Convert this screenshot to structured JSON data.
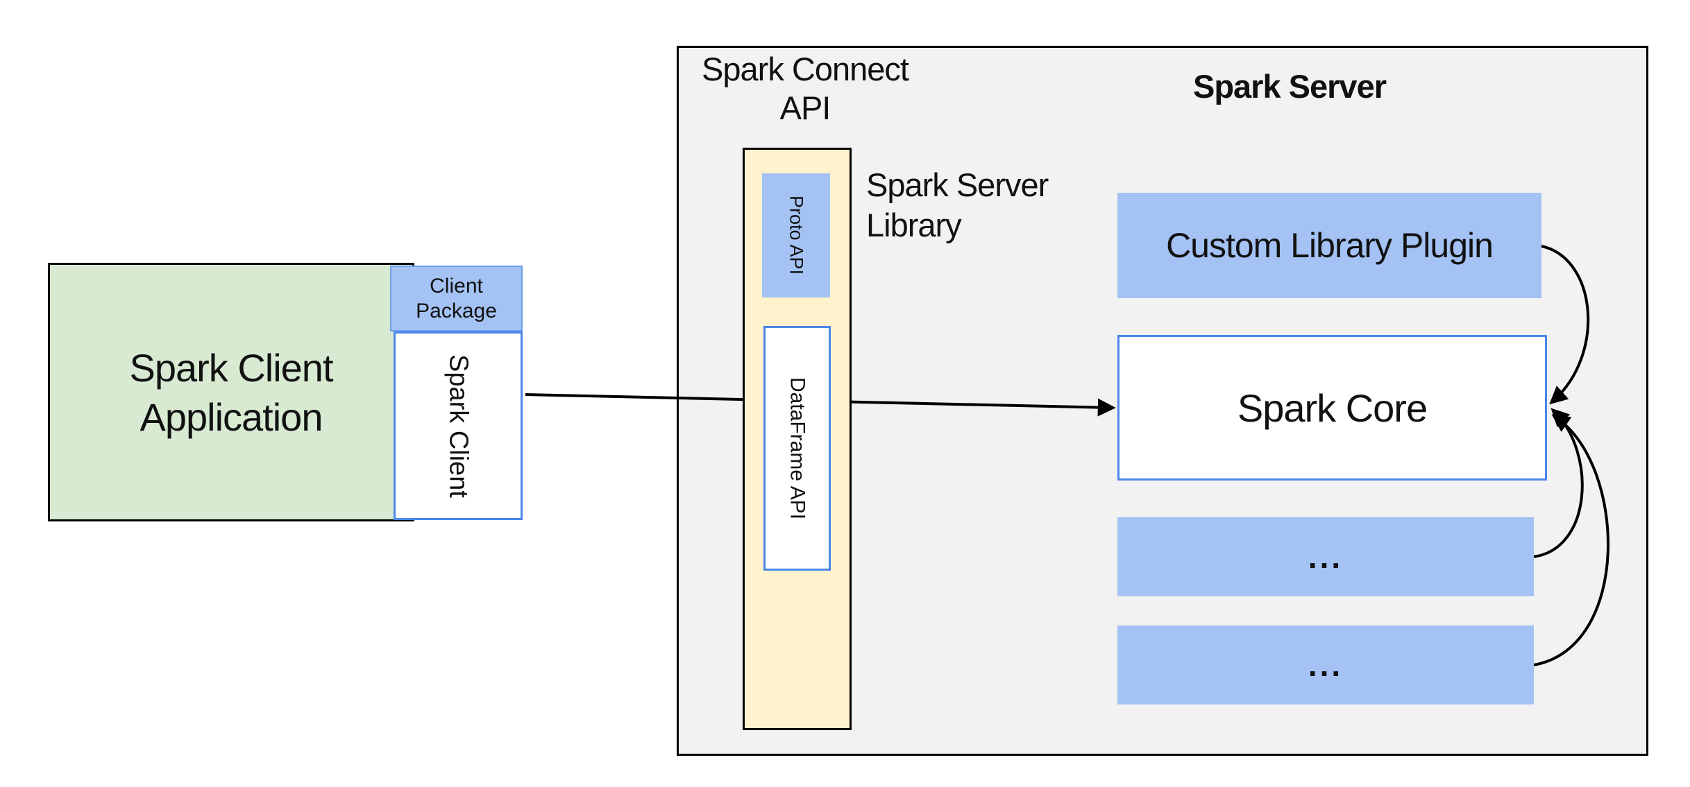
{
  "colors": {
    "green_fill": "#d9ead3",
    "blue_fill": "#a4c2f4",
    "yellow_fill": "#fff2cc",
    "gray_fill": "#f2f2f2",
    "blue_border": "#4a86e8",
    "arrow_black": "#000000"
  },
  "client_app": {
    "line1": "Spark Client",
    "line2": "Application"
  },
  "client_package": {
    "line1": "Client",
    "line2": "Package"
  },
  "spark_client_label": "Spark Client",
  "connect_api": {
    "line1": "Spark Connect",
    "line2": "API"
  },
  "proto_api_label": "Proto API",
  "dataframe_api_label": "DataFrame API",
  "server_library": {
    "line1": "Spark Server",
    "line2": "Library"
  },
  "server": {
    "title": "Spark Server",
    "plugin_label": "Custom Library Plugin",
    "core_label": "Spark Core",
    "module1_label": "...",
    "module2_label": "..."
  }
}
